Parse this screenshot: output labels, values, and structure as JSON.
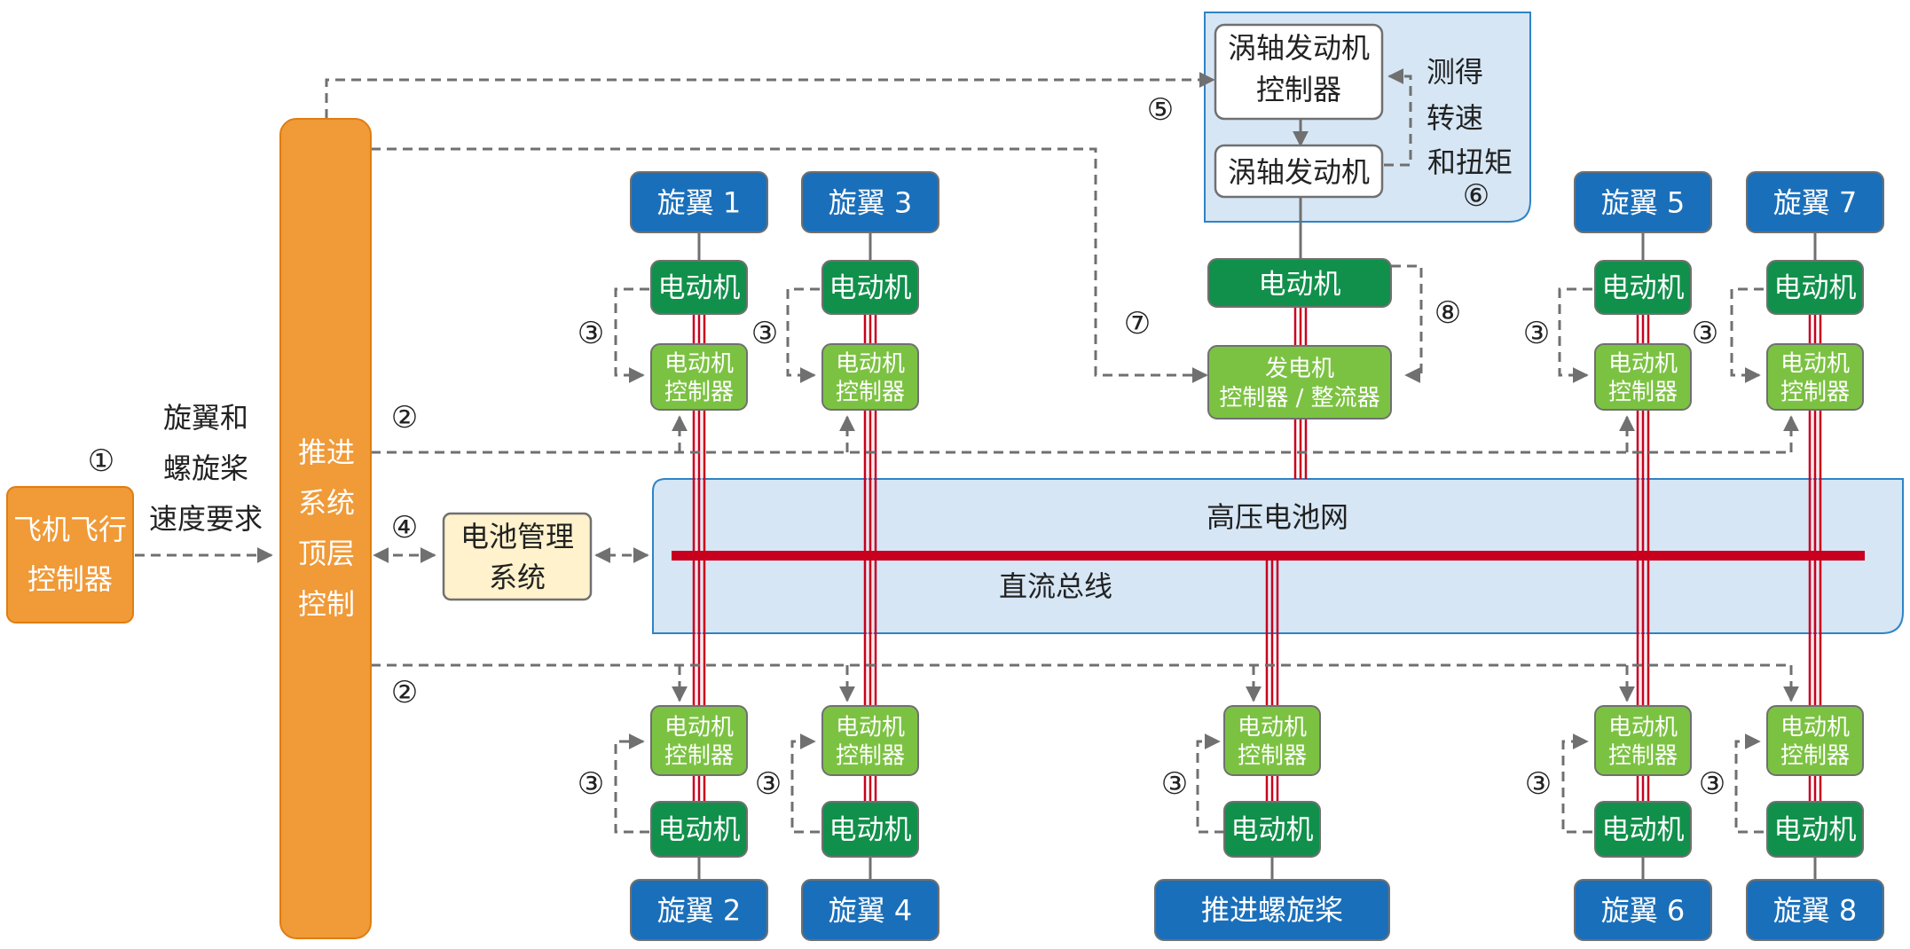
{
  "labels": {
    "flight_controller": [
      "飞机飞行",
      "控制器"
    ],
    "speed_request": [
      "旋翼和",
      "螺旋桨",
      "速度要求"
    ],
    "propulsion_top": [
      "推进",
      "系统",
      "顶层",
      "控制"
    ],
    "bms": [
      "电池管理",
      "系统"
    ],
    "hv_network": "高压电池网",
    "dc_bus": "直流总线",
    "turboshaft_controller": [
      "涡轴发动机",
      "控制器"
    ],
    "turboshaft_engine": "涡轴发动机",
    "measured": [
      "测得",
      "转速",
      "和扭矩"
    ],
    "motor": "电动机",
    "motor_controller": [
      "电动机",
      "控制器"
    ],
    "generator_controller": [
      "发电机",
      "控制器 / 整流器"
    ],
    "propeller": "推进螺旋桨",
    "rotors": [
      "旋翼 1",
      "旋翼 2",
      "旋翼 3",
      "旋翼 4",
      "旋翼 5",
      "旋翼 6",
      "旋翼 7",
      "旋翼 8"
    ]
  },
  "markers": {
    "m1": "①",
    "m2": "②",
    "m3": "③",
    "m4": "④",
    "m5": "⑤",
    "m6": "⑥",
    "m7": "⑦",
    "m8": "⑧"
  },
  "colors": {
    "orange": "#f09a38",
    "orange_border": "#e07d10",
    "rotor_blue": "#1a6fba",
    "motor_green": "#11904b",
    "controller_green": "#7cc242",
    "bms_fill": "#fff2cc",
    "network_fill": "#d6e6f5",
    "network_border": "#2f83c5",
    "bus_red": "#c8001e",
    "dash_gray": "#707070"
  }
}
